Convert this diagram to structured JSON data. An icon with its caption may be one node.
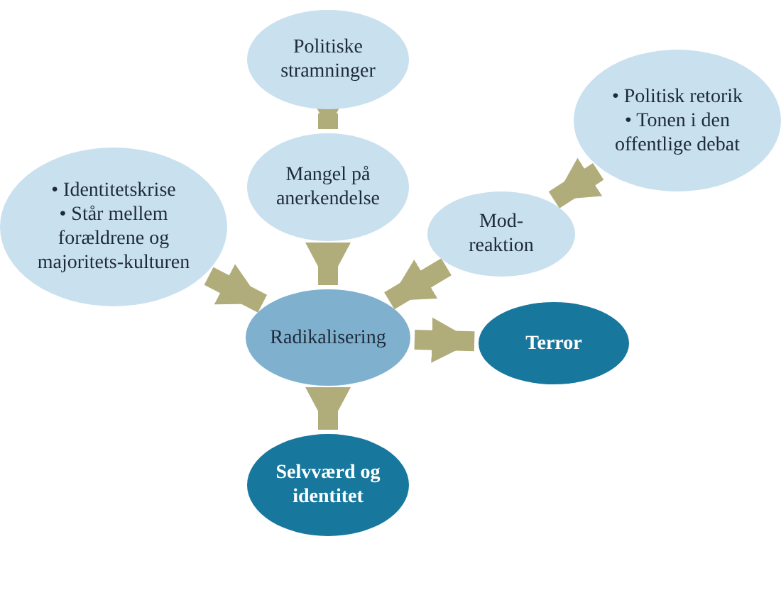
{
  "diagram": {
    "nodes": [
      {
        "text": [
          "Politiske stramninger"
        ]
      },
      {
        "text": [
          "• Politisk retorik",
          "• Tonen i den offentlige debat"
        ]
      },
      {
        "text": [
          "Mangel på anerkendelse"
        ]
      },
      {
        "text": [
          "• Identitetskrise",
          "• Står mellem forældrene og majoritets-kulturen"
        ]
      },
      {
        "text": [
          "Mod-reaktion"
        ]
      },
      {
        "text": [
          "Radikalisering"
        ]
      },
      {
        "text": [
          "Terror"
        ]
      },
      {
        "text": [
          "Selvværd og identitet"
        ]
      }
    ],
    "edges": [
      {
        "from": 0,
        "to": 2,
        "arrow": "to"
      },
      {
        "from": 1,
        "to": 4,
        "arrow": "to"
      },
      {
        "from": 3,
        "to": 5,
        "arrow": "to"
      },
      {
        "from": 2,
        "to": 5,
        "arrow": "to"
      },
      {
        "from": 4,
        "to": 5,
        "arrow": "to"
      },
      {
        "from": 5,
        "to": 6,
        "arrow": "to"
      },
      {
        "from": 5,
        "to": 7,
        "arrow": "to"
      }
    ]
  }
}
